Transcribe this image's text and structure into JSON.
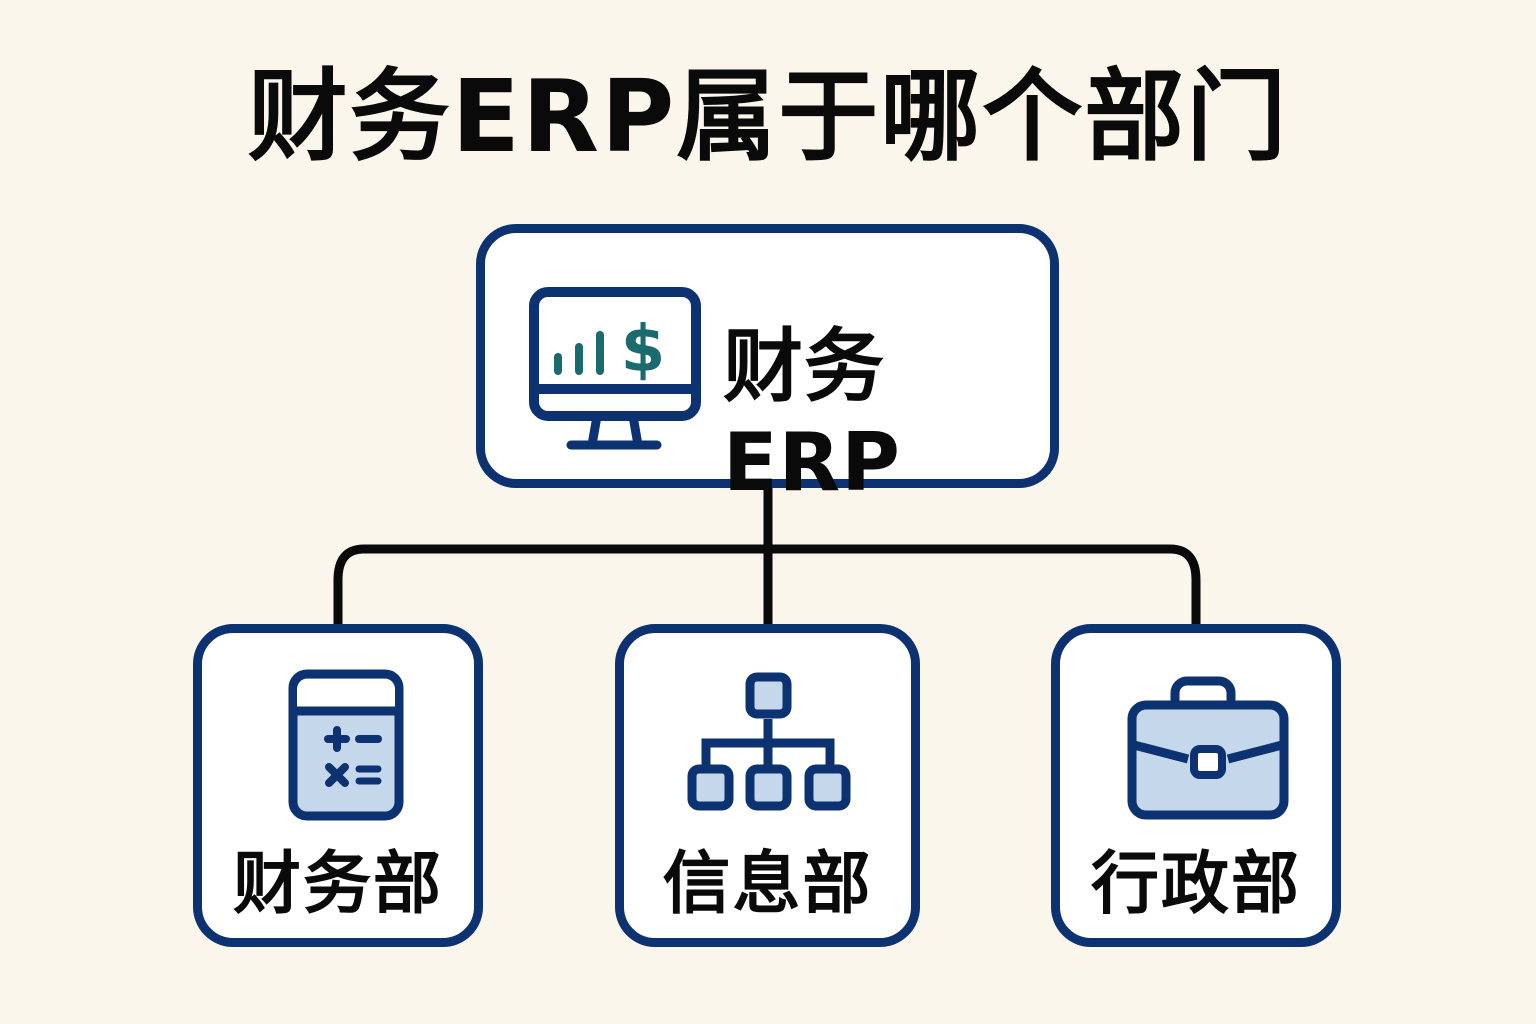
{
  "title": "财务ERP属于哪个部门",
  "root": {
    "label": "财务ERP",
    "icon": "computer-finance-chart-icon"
  },
  "departments": [
    {
      "label": "财务部",
      "icon": "calculator-icon"
    },
    {
      "label": "信息部",
      "icon": "org-chart-icon"
    },
    {
      "label": "行政部",
      "icon": "briefcase-icon"
    }
  ],
  "colors": {
    "background": "#fbf6ec",
    "border": "#0d3272",
    "icon_fill": "#c5d7ea",
    "chart_accent": "#1a6b6e",
    "connector": "#0a0a0a"
  }
}
